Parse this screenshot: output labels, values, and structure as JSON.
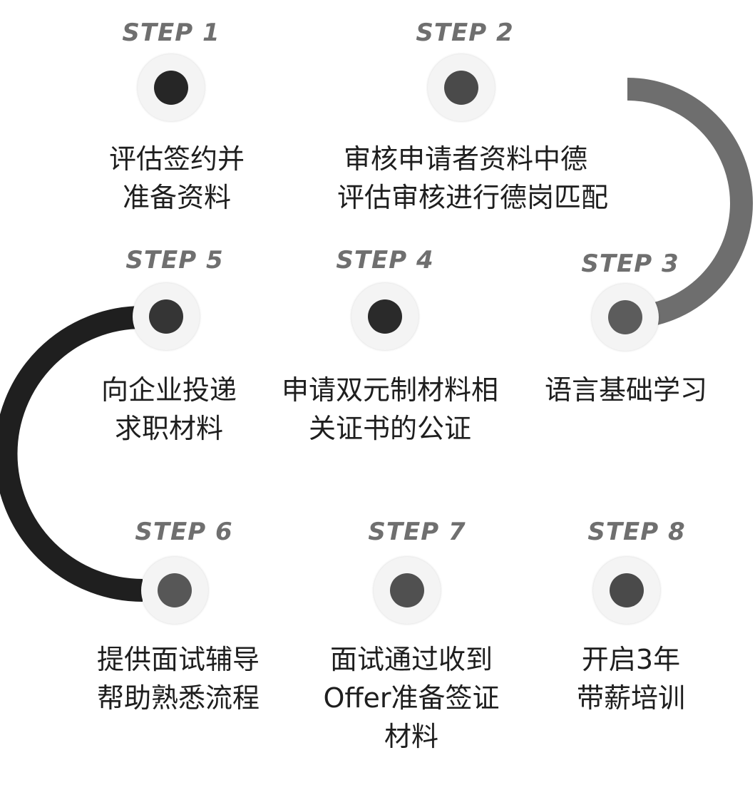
{
  "colors": {
    "path_dark": "#1f1f1f",
    "path_light": "#6e6e6e",
    "label": "#6f6f6f",
    "text": "#1e1e1e",
    "ring": "#f4f4f4"
  },
  "steps": [
    {
      "label": "STEP 1",
      "lines": [
        "评估签约并",
        "准备资料"
      ],
      "dot_color": "#262626"
    },
    {
      "label": "STEP 2",
      "lines": [
        "审核申请者资料中德",
        "评估审核进行德岗匹配"
      ],
      "dot_color": "#4a4a4a"
    },
    {
      "label": "STEP 3",
      "lines": [
        "语言基础学习"
      ],
      "dot_color": "#5c5c5c"
    },
    {
      "label": "STEP 4",
      "lines": [
        "申请双元制材料相",
        "关证书的公证"
      ],
      "dot_color": "#2a2a2a"
    },
    {
      "label": "STEP 5",
      "lines": [
        "向企业投递",
        "求职材料"
      ],
      "dot_color": "#353535"
    },
    {
      "label": "STEP 6",
      "lines": [
        "提供面试辅导",
        "帮助熟悉流程"
      ],
      "dot_color": "#575757"
    },
    {
      "label": "STEP 7",
      "lines": [
        "面试通过收到",
        "Offer准备签证",
        "材料"
      ],
      "dot_color": "#505050"
    },
    {
      "label": "STEP 8",
      "lines": [
        "开启3年",
        "带薪培训"
      ],
      "dot_color": "#4a4a4a"
    }
  ]
}
